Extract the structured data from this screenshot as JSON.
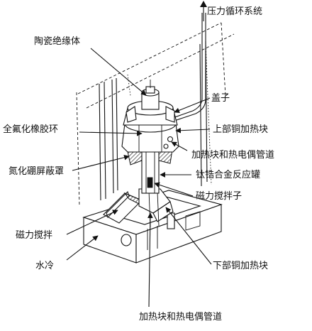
{
  "labels": {
    "pressure_cycle": "压力循环系统",
    "ceramic_insulator": "陶瓷绝缘体",
    "lid": "盖子",
    "viton_ring": "全氟化橡胶环",
    "upper_copper_heater": "上部铜加热块",
    "heater_thermocouple_upper": "加热块和热电偶管道",
    "bn_shield": "氮化硼屏蔽罩",
    "ti_zr_reactor": "钛锆合金反应罐",
    "magnetic_stir_bar": "磁力搅拌子",
    "magnetic_stirrer": "磁力搅拌",
    "water_cooling": "水冷",
    "lower_copper_heater": "下部铜加热块",
    "heater_thermocouple_lower": "加热块和热电偶管道"
  }
}
